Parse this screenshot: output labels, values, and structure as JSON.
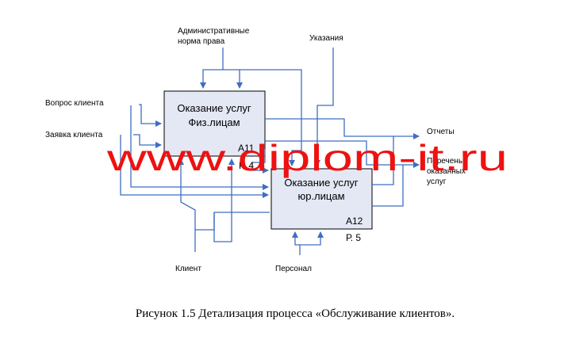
{
  "diagram": {
    "inputs": {
      "question": "Вопрос клиента",
      "request": "Заявка клиента"
    },
    "controls": {
      "admin_line1": "Административные",
      "admin_line2": "норма права",
      "instructions": "Указания"
    },
    "mechanisms": {
      "client": "Клиент",
      "staff": "Персонал"
    },
    "outputs": {
      "reports": "Отчеты",
      "list_line1": "Перечень",
      "list_line2": "оказанных",
      "list_line3": "услуг"
    },
    "box1": {
      "line1": "Оказание услуг",
      "line2": "Физ.лицам",
      "code": "А11",
      "page": "Р. 4"
    },
    "box2": {
      "line1": "Оказание услуг",
      "line2": "юр.лицам",
      "code": "А12",
      "page": "Р. 5"
    },
    "arrow_color": "#3e6ec2",
    "box_fill": "#e4e8f4"
  },
  "watermark": {
    "text": "www.diplom-it.ru",
    "color": "#ee1111"
  },
  "caption": "Рисунок 1.5 Детализация процесса «Обслуживание клиентов»."
}
